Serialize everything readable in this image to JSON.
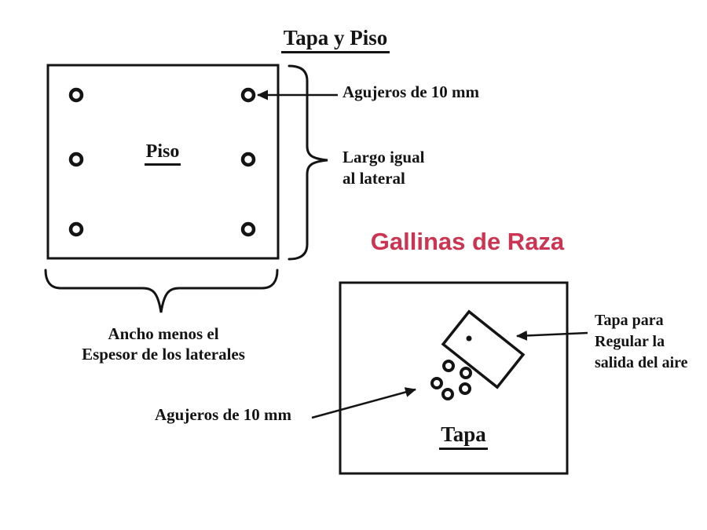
{
  "colors": {
    "background": "#ffffff",
    "ink": "#141414",
    "brand_red": "#cc3452"
  },
  "title": "Tapa y Piso",
  "brand_heading": "Gallinas de Raza",
  "piso_panel": {
    "label": "Piso",
    "holes_count": 6,
    "holes_note": "Agujeros de 10 mm",
    "length_note": {
      "line1": "Largo igual",
      "line2": "al lateral"
    },
    "width_note": {
      "line1": "Ancho menos el",
      "line2": "Espesor de los laterales"
    }
  },
  "tapa_panel": {
    "label": "Tapa",
    "holes_count": 5,
    "holes_note": "Agujeros de 10 mm",
    "vent_note": {
      "line1": "Tapa para",
      "line2": "Regular la",
      "line3": "salida del aire"
    }
  }
}
